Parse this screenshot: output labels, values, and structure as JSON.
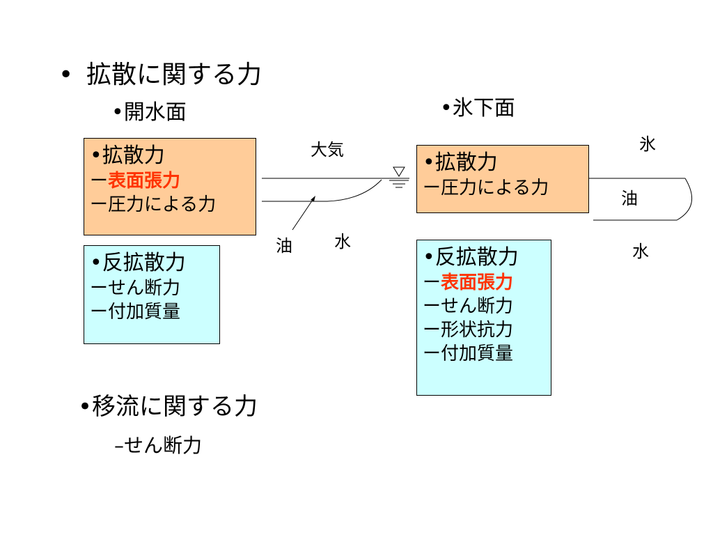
{
  "heading": {
    "bullet": "•",
    "text": "拡散に関する力"
  },
  "open_water": {
    "title": "•開水面",
    "diffusion_box": {
      "title": "•拡散力",
      "items": [
        {
          "prefix": "ー",
          "text": "表面張力",
          "emphasis": true
        },
        {
          "prefix": "ー",
          "text": "圧力による力",
          "emphasis": false
        }
      ]
    },
    "anti_box": {
      "title": "•反拡散力",
      "items": [
        {
          "prefix": "ー",
          "text": "せん断力"
        },
        {
          "prefix": "ー",
          "text": "付加質量"
        }
      ]
    },
    "labels": {
      "air": "大気",
      "oil": "油",
      "water": "水"
    }
  },
  "under_ice": {
    "title": "•氷下面",
    "diffusion_box": {
      "title": "•拡散力",
      "items": [
        {
          "prefix": "ー",
          "text": "圧力による力",
          "emphasis": false
        }
      ]
    },
    "anti_box": {
      "title": "•反拡散力",
      "items": [
        {
          "prefix": "ー",
          "text": "表面張力",
          "emphasis": true
        },
        {
          "prefix": "ー",
          "text": "せん断力",
          "emphasis": false
        },
        {
          "prefix": "ー",
          "text": "形状抗力",
          "emphasis": false
        },
        {
          "prefix": "ー",
          "text": "付加質量",
          "emphasis": false
        }
      ]
    },
    "labels": {
      "ice": "氷",
      "oil": "油",
      "water": "水"
    }
  },
  "advection": {
    "title": "•移流に関する力",
    "item_prefix": "–",
    "item": "せん断力"
  },
  "colors": {
    "diffusion_fill": "#ffcc99",
    "anti_fill": "#ccffff",
    "emphasis_text": "#ff3300"
  }
}
